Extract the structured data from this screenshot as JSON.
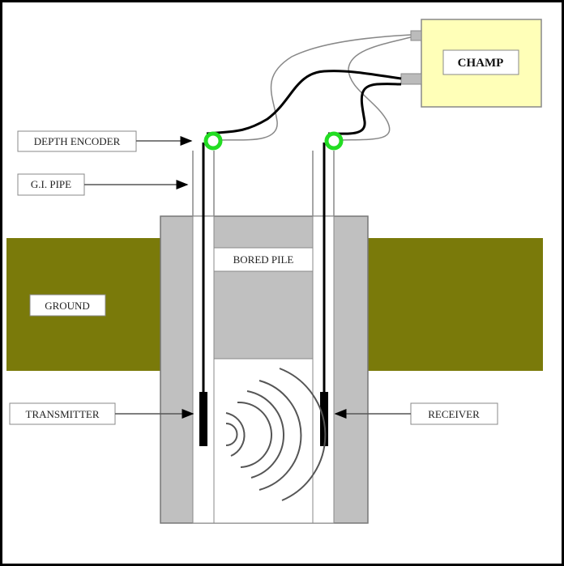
{
  "labels": {
    "depth_encoder": "DEPTH ENCODER",
    "gi_pipe": "G.I. PIPE",
    "ground": "GROUND",
    "transmitter": "TRANSMITTER",
    "receiver": "RECEIVER",
    "bored_pile": "BORED PILE",
    "device": "CHAMP"
  },
  "colors": {
    "ground": "#7a7a0a",
    "pile": "#c0c0c0",
    "device_fill": "#ffffb8",
    "encoder_wheel": "#22dd22"
  }
}
